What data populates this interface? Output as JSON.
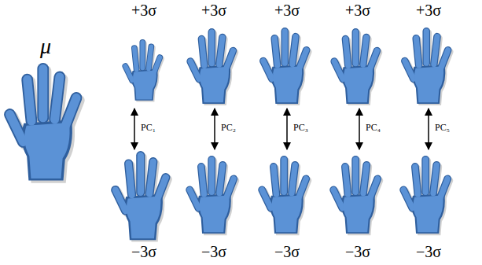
{
  "diagram": {
    "labels": [
      "+3σ",
      "+3σ",
      "+3σ",
      "+3σ",
      "+3σ",
      "μ",
      "PC₁",
      "PC₂",
      "PC₃",
      "PC₄",
      "PC₅",
      "−3σ",
      "−3σ",
      "−3σ",
      "−3σ",
      "−3σ"
    ]
  }
}
